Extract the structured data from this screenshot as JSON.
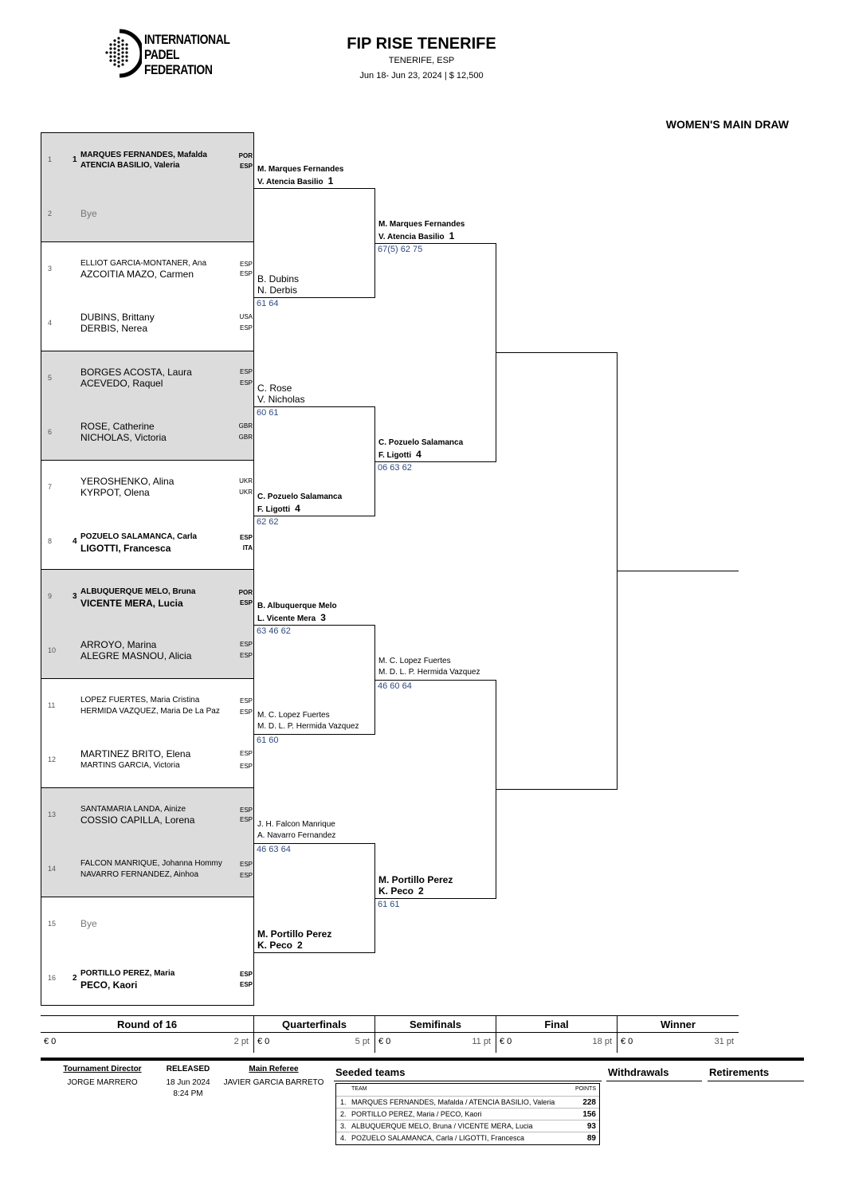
{
  "logo": {
    "line1": "INTERNATIONAL",
    "line2": "PADEL",
    "line3": "FEDERATION"
  },
  "header": {
    "title": "FIP RISE TENERIFE",
    "location": "TENERIFE, ESP",
    "dates": "Jun 18- Jun 23, 2024  |  $ 12,500",
    "draw_title": "WOMEN'S MAIN DRAW"
  },
  "draw": [
    {
      "pos": "1",
      "seed": "1",
      "p1": "MARQUES FERNANDES, Mafalda",
      "n1": "POR",
      "p2": "ATENCIA BASILIO, Valeria",
      "n2": "ESP"
    },
    {
      "pos": "2",
      "bye": "Bye"
    },
    {
      "pos": "3",
      "p1": "ELLIOT GARCIA-MONTANER, Ana",
      "n1": "ESP",
      "p2": "AZCOITIA MAZO, Carmen",
      "n2": "ESP"
    },
    {
      "pos": "4",
      "p1": "DUBINS, Brittany",
      "n1": "USA",
      "p2": "DERBIS, Nerea",
      "n2": "ESP"
    },
    {
      "pos": "5",
      "p1": "BORGES ACOSTA, Laura",
      "n1": "ESP",
      "p2": "ACEVEDO, Raquel",
      "n2": "ESP"
    },
    {
      "pos": "6",
      "p1": "ROSE, Catherine",
      "n1": "GBR",
      "p2": "NICHOLAS, Victoria",
      "n2": "GBR"
    },
    {
      "pos": "7",
      "p1": "YEROSHENKO, Alina",
      "n1": "UKR",
      "p2": "KYRPOT, Olena",
      "n2": "UKR"
    },
    {
      "pos": "8",
      "seed": "4",
      "p1": "POZUELO SALAMANCA, Carla",
      "n1": "ESP",
      "p2": "LIGOTTI, Francesca",
      "n2": "ITA"
    },
    {
      "pos": "9",
      "seed": "3",
      "p1": "ALBUQUERQUE MELO, Bruna",
      "n1": "POR",
      "p2": "VICENTE MERA, Lucia",
      "n2": "ESP"
    },
    {
      "pos": "10",
      "p1": "ARROYO, Marina",
      "n1": "ESP",
      "p2": "ALEGRE MASNOU, Alicia",
      "n2": "ESP"
    },
    {
      "pos": "11",
      "p1": "LOPEZ FUERTES, Maria Cristina",
      "n1": "ESP",
      "p2": "HERMIDA VAZQUEZ, Maria De La Paz",
      "n2": "ESP"
    },
    {
      "pos": "12",
      "p1": "MARTINEZ BRITO, Elena",
      "n1": "ESP",
      "p2": "MARTINS GARCIA, Victoria",
      "n2": "ESP"
    },
    {
      "pos": "13",
      "p1": "SANTAMARIA LANDA, Ainize",
      "n1": "ESP",
      "p2": "COSSIO CAPILLA, Lorena",
      "n2": "ESP"
    },
    {
      "pos": "14",
      "p1": "FALCON MANRIQUE, Johanna Hommy",
      "n1": "ESP",
      "p2": "NAVARRO FERNANDEZ, Ainhoa",
      "n2": "ESP"
    },
    {
      "pos": "15",
      "bye": "Bye"
    },
    {
      "pos": "16",
      "seed": "2",
      "p1": "PORTILLO PEREZ, Maria",
      "n1": "ESP",
      "p2": "PECO, Kaori",
      "n2": "ESP"
    }
  ],
  "quarterfinals": [
    {
      "l1": "M. Marques Fernandes",
      "l2": "V. Atencia Basilio",
      "seed": "1",
      "score": ""
    },
    {
      "l1": "B. Dubins",
      "l2": "N. Derbis",
      "seed": "",
      "score": "61 64"
    },
    {
      "l1": "C. Rose",
      "l2": "V. Nicholas",
      "seed": "",
      "score": "60 61"
    },
    {
      "l1": "C. Pozuelo Salamanca",
      "l2": "F. Ligotti",
      "seed": "4",
      "score": "62 62"
    },
    {
      "l1": "B. Albuquerque Melo",
      "l2": "L. Vicente Mera",
      "seed": "3",
      "score": "63 46 62"
    },
    {
      "l1": "M. C. Lopez Fuertes",
      "l2": "M. D. L. P. Hermida Vazquez",
      "seed": "",
      "score": "61 60"
    },
    {
      "l1": "J. H. Falcon Manrique",
      "l2": "A. Navarro Fernandez",
      "seed": "",
      "score": "46 63 64"
    },
    {
      "l1": "M. Portillo Perez",
      "l2": "K. Peco",
      "seed": "2",
      "score": ""
    }
  ],
  "semifinals": [
    {
      "l1": "M. Marques Fernandes",
      "l2": "V. Atencia Basilio",
      "seed": "1",
      "score": "67(5) 62 75"
    },
    {
      "l1": "C. Pozuelo Salamanca",
      "l2": "F. Ligotti",
      "seed": "4",
      "score": "06 63 62"
    },
    {
      "l1": "M. C. Lopez Fuertes",
      "l2": "M. D. L. P. Hermida Vazquez",
      "seed": "",
      "score": "46 60 64"
    },
    {
      "l1": "M. Portillo Perez",
      "l2": "K. Peco",
      "seed": "2",
      "score": "61 61"
    }
  ],
  "rounds": [
    {
      "name": "Round of 16",
      "money": "€ 0",
      "points": "2 pt"
    },
    {
      "name": "Quarterfinals",
      "money": "€ 0",
      "points": "5 pt"
    },
    {
      "name": "Semifinals",
      "money": "€ 0",
      "points": "11 pt"
    },
    {
      "name": "Final",
      "money": "€ 0",
      "points": "18 pt"
    },
    {
      "name": "Winner",
      "money": "€ 0",
      "points": "31 pt"
    }
  ],
  "officials": {
    "director_label": "Tournament Director",
    "director": "JORGE MARRERO",
    "released_label": "RELEASED",
    "released_date": "18 Jun 2024",
    "released_time": "8:24 PM",
    "referee_label": "Main Referee",
    "referee": "JAVIER GARCIA BARRETO"
  },
  "seeded": {
    "title": "Seeded teams",
    "team_header": "TEAM",
    "points_header": "POINTS",
    "rows": [
      {
        "n": "1.",
        "team": "MARQUES FERNANDES, Mafalda / ATENCIA BASILIO, Valeria",
        "points": "228"
      },
      {
        "n": "2.",
        "team": "PORTILLO PEREZ, Maria / PECO, Kaori",
        "points": "156"
      },
      {
        "n": "3.",
        "team": "ALBUQUERQUE MELO, Bruna / VICENTE MERA, Lucia",
        "points": "93"
      },
      {
        "n": "4.",
        "team": "POZUELO SALAMANCA, Carla / LIGOTTI, Francesca",
        "points": "89"
      }
    ]
  },
  "withdrawals_title": "Withdrawals",
  "retirements_title": "Retirements"
}
